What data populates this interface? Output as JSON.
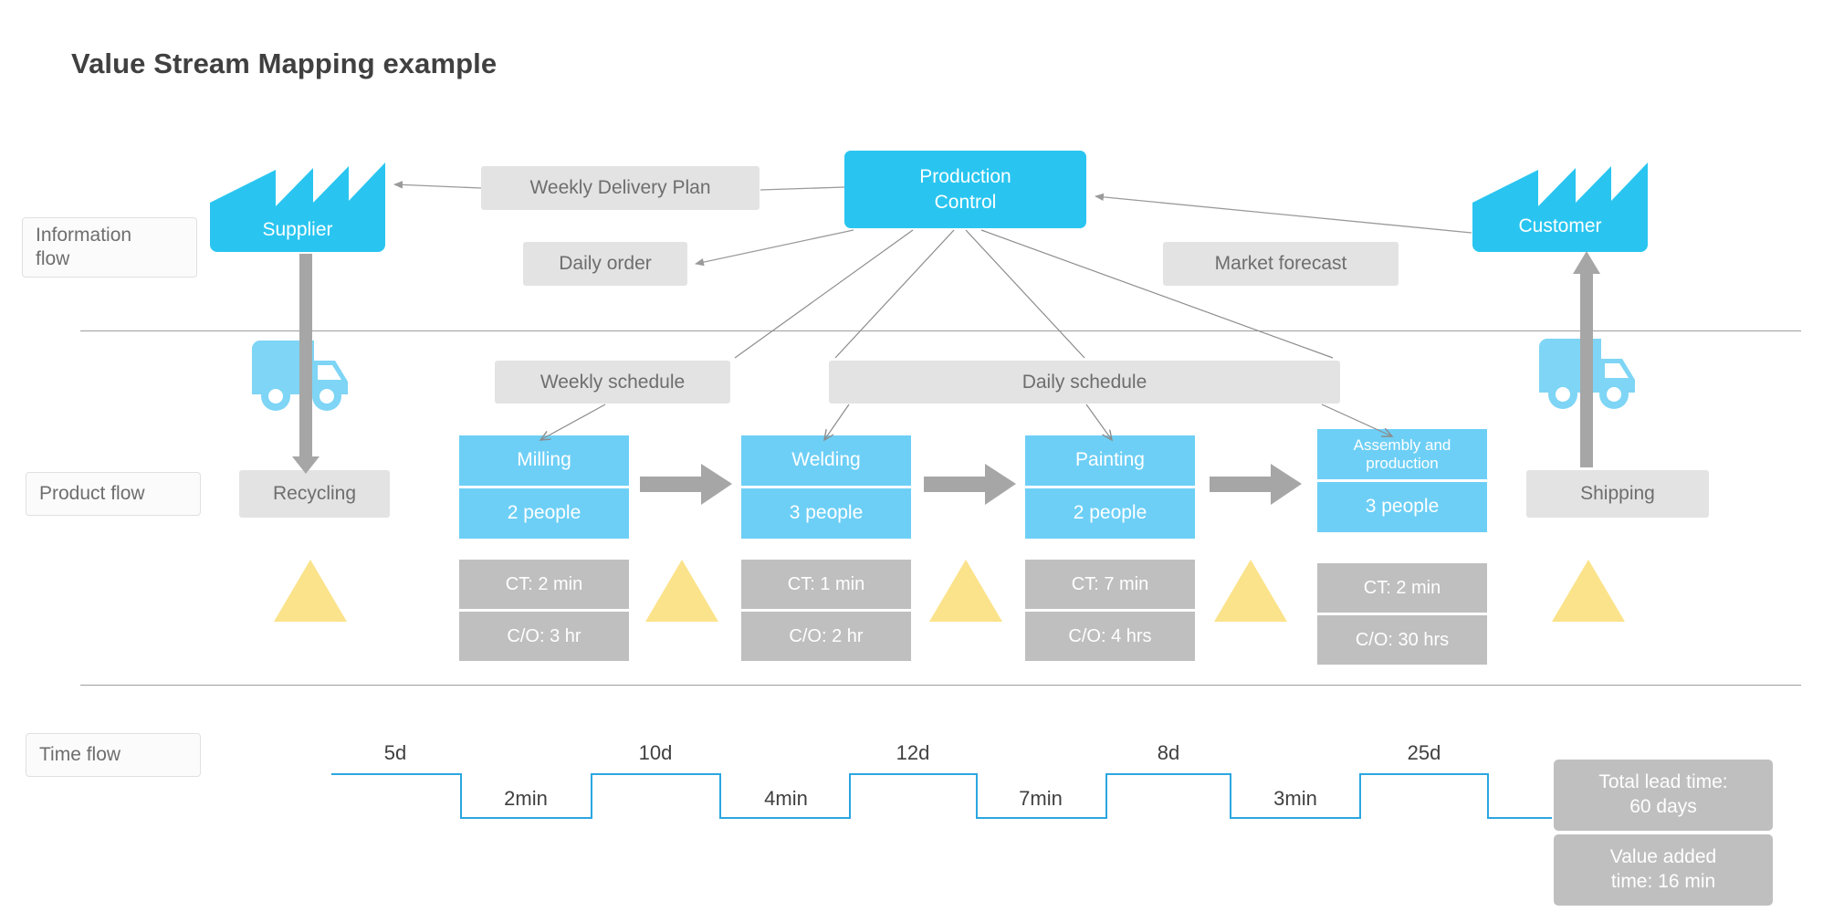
{
  "title": "Value Stream Mapping example",
  "colors": {
    "accent_cyan": "#29c5f0",
    "process_cyan": "#6dcff6",
    "truck_blue": "#7ed5f5",
    "info_gray": "#e3e3e3",
    "data_gray": "#bfbfbf",
    "inventory_yellow": "#fbe38b",
    "ladder_blue": "#2ba6e0",
    "text_gray": "#6e6e6e",
    "title_gray": "#404040"
  },
  "lanes": [
    {
      "id": "information-flow",
      "label": "Information\nflow"
    },
    {
      "id": "product-flow",
      "label": "Product flow"
    },
    {
      "id": "time-flow",
      "label": "Time flow"
    }
  ],
  "lane_labels": {
    "information_flow": "Information flow",
    "product_flow": "Product flow",
    "time_flow": "Time flow"
  },
  "information_flow": {
    "supplier": "Supplier",
    "customer": "Customer",
    "production_control": "Production\nControl",
    "production_control_line1": "Production",
    "production_control_line2": "Control",
    "weekly_delivery_plan": "Weekly Delivery Plan",
    "daily_order": "Daily order",
    "market_forecast": "Market forecast"
  },
  "product_flow": {
    "weekly_schedule": "Weekly schedule",
    "daily_schedule": "Daily schedule",
    "recycling": "Recycling",
    "shipping": "Shipping",
    "processes": [
      {
        "name": "Milling",
        "people": "2 people",
        "ct": "CT: 2 min",
        "co": "C/O: 3 hr"
      },
      {
        "name": "Welding",
        "people": "3 people",
        "ct": "CT: 1 min",
        "co": "C/O: 2 hr"
      },
      {
        "name": "Painting",
        "people": "2 people",
        "ct": "CT: 7 min",
        "co": "C/O: 4 hrs"
      },
      {
        "name": "Assembly and production",
        "people": "3 people",
        "ct": "CT: 2 min",
        "co": "C/O: 30 hrs"
      }
    ]
  },
  "time_flow": {
    "wait_times": [
      "5d",
      "10d",
      "12d",
      "8d",
      "25d"
    ],
    "process_times": [
      "2min",
      "4min",
      "7min",
      "3min"
    ],
    "total_lead_time": "Total lead time:\n60 days",
    "total_lead_time_line1": "Total lead time:",
    "total_lead_time_line2": "60 days",
    "value_added_time": "Value added\ntime: 16 min",
    "value_added_time_line1": "Value added",
    "value_added_time_line2": "time: 16 min"
  },
  "chart_data": {
    "type": "diagram",
    "title": "Value Stream Mapping example",
    "diagram_kind": "value-stream-map",
    "lead_time_days": [
      5,
      10,
      12,
      8,
      25
    ],
    "process_time_min": [
      2,
      4,
      7,
      3
    ],
    "total_lead_time_days": 60,
    "value_added_time_min": 16
  }
}
